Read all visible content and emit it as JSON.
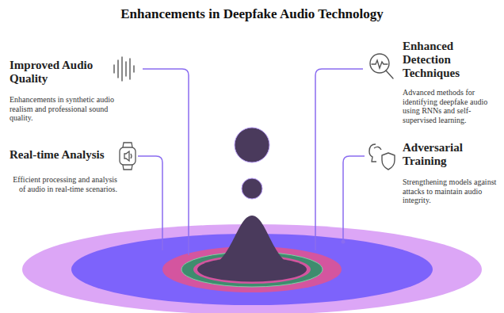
{
  "diagram": {
    "title": "Enhancements in Deepfake Audio Technology",
    "nodes": [
      {
        "text": [
          "Improved Audio Quality",
          "Enhancements in synthetic audio realism and professional sound quality."
        ]
      },
      {
        "text": [
          "Enhanced Detection Techniques",
          "Advanced methods for identifying deepfake audio using RNNs and self-supervised learning."
        ]
      },
      {
        "text": [
          "Real-time Analysis",
          "Efficient processing and analysis of audio in real-time scenarios."
        ]
      },
      {
        "text": [
          "Adversarial Training",
          "Strengthening models against attacks to maintain audio integrity."
        ]
      }
    ]
  }
}
